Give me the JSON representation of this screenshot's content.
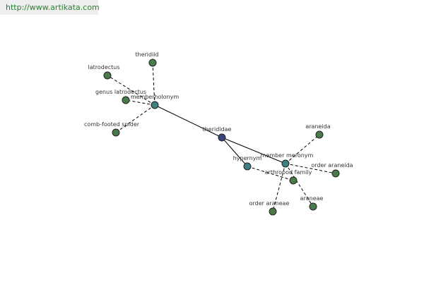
{
  "header": {
    "url_text": "http://www.artikata.com"
  },
  "colors": {
    "term_node": "#4a7a4a",
    "relation_node": "#3f8080",
    "center_node": "#34457a",
    "edge": "#000000"
  },
  "graph": {
    "center": {
      "label": "therididae"
    },
    "relations": [
      {
        "id": "memberholonym",
        "label": "memberholonym"
      },
      {
        "id": "hypernym",
        "label": "hypernym"
      },
      {
        "id": "member-meronym",
        "label": "member meronym"
      }
    ],
    "terms": [
      {
        "id": "theridiid",
        "label": "theridiid",
        "relation": "memberholonym"
      },
      {
        "id": "latrodectus",
        "label": "latrodectus",
        "relation": "memberholonym"
      },
      {
        "id": "genus-latrodectus",
        "label": "genus latrodectus",
        "relation": "memberholonym"
      },
      {
        "id": "comb-footed-spider",
        "label": "comb-footed spider",
        "relation": "memberholonym"
      },
      {
        "id": "arthropod-family",
        "label": "arthropod family",
        "relation": "hypernym"
      },
      {
        "id": "araneida",
        "label": "araneida",
        "relation": "member-meronym"
      },
      {
        "id": "order-araneida",
        "label": "order araneida",
        "relation": "member-meronym"
      },
      {
        "id": "order-araneae",
        "label": "order araneae",
        "relation": "member-meronym"
      },
      {
        "id": "araneae",
        "label": "araneae",
        "relation": "member-meronym"
      }
    ]
  }
}
